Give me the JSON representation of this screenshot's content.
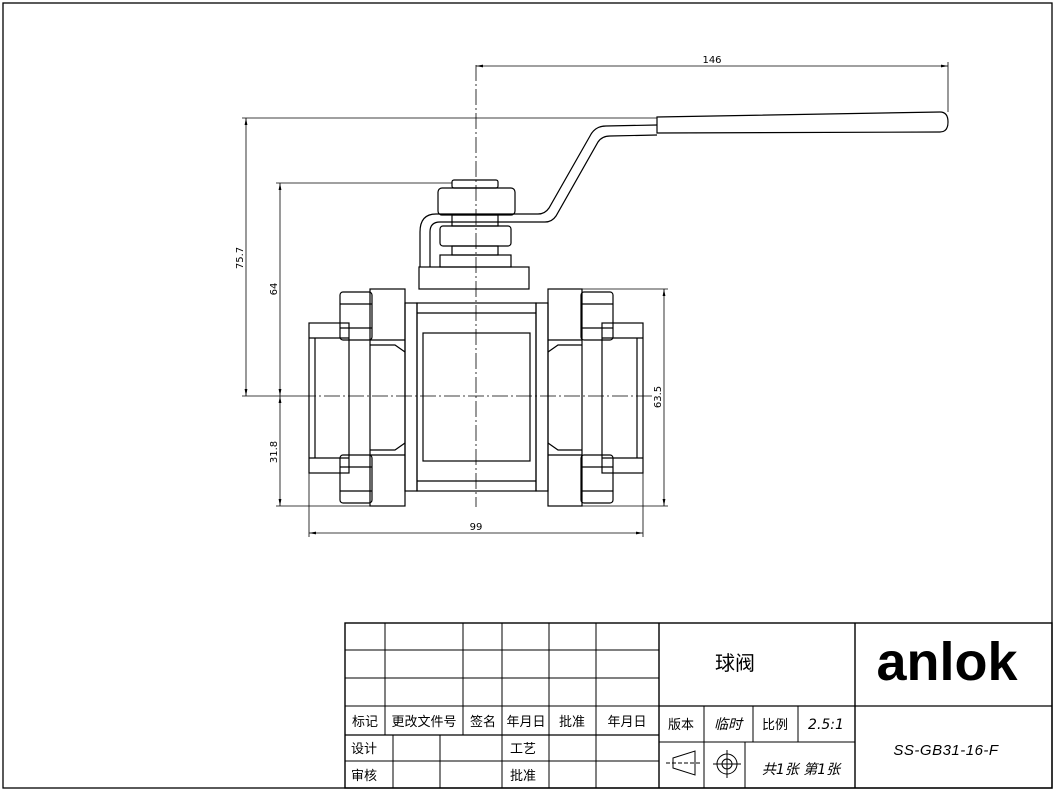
{
  "dimensions": {
    "handle_length": "146",
    "overall_height": "75.7",
    "stem_height": "64",
    "body_height": "63.5",
    "center_to_bottom": "31.8",
    "body_length": "99"
  },
  "title_block": {
    "part_name": "球阀",
    "company": "anlok",
    "drawing_number": "SS-GB31-16-F",
    "mark_label": "标记",
    "change_doc_label": "更改文件号",
    "sign_label": "签名",
    "date_label": "年月日",
    "approve_label": "批准",
    "date2_label": "年月日",
    "version_label": "版本",
    "version_value": "临时",
    "scale_label": "比例",
    "scale_value": "2.5:1",
    "design_label": "设计",
    "process_label": "工艺",
    "review_label": "审核",
    "approve2_label": "批准",
    "sheets": "共1张 第1张"
  }
}
